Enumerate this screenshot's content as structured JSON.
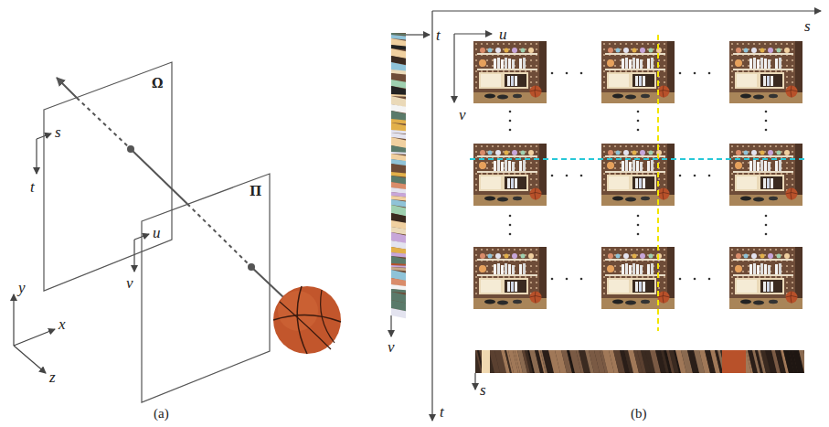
{
  "diagram": {
    "nodes": [
      {
        "text": [
          "Ω"
        ]
      },
      {
        "text": [
          "Π"
        ]
      }
    ],
    "labels": [
      "s",
      "t",
      "u",
      "v",
      "y",
      "x",
      "z",
      "(a)",
      "t",
      "v",
      "u",
      "v",
      "s",
      "t",
      "s",
      "(b)"
    ]
  }
}
